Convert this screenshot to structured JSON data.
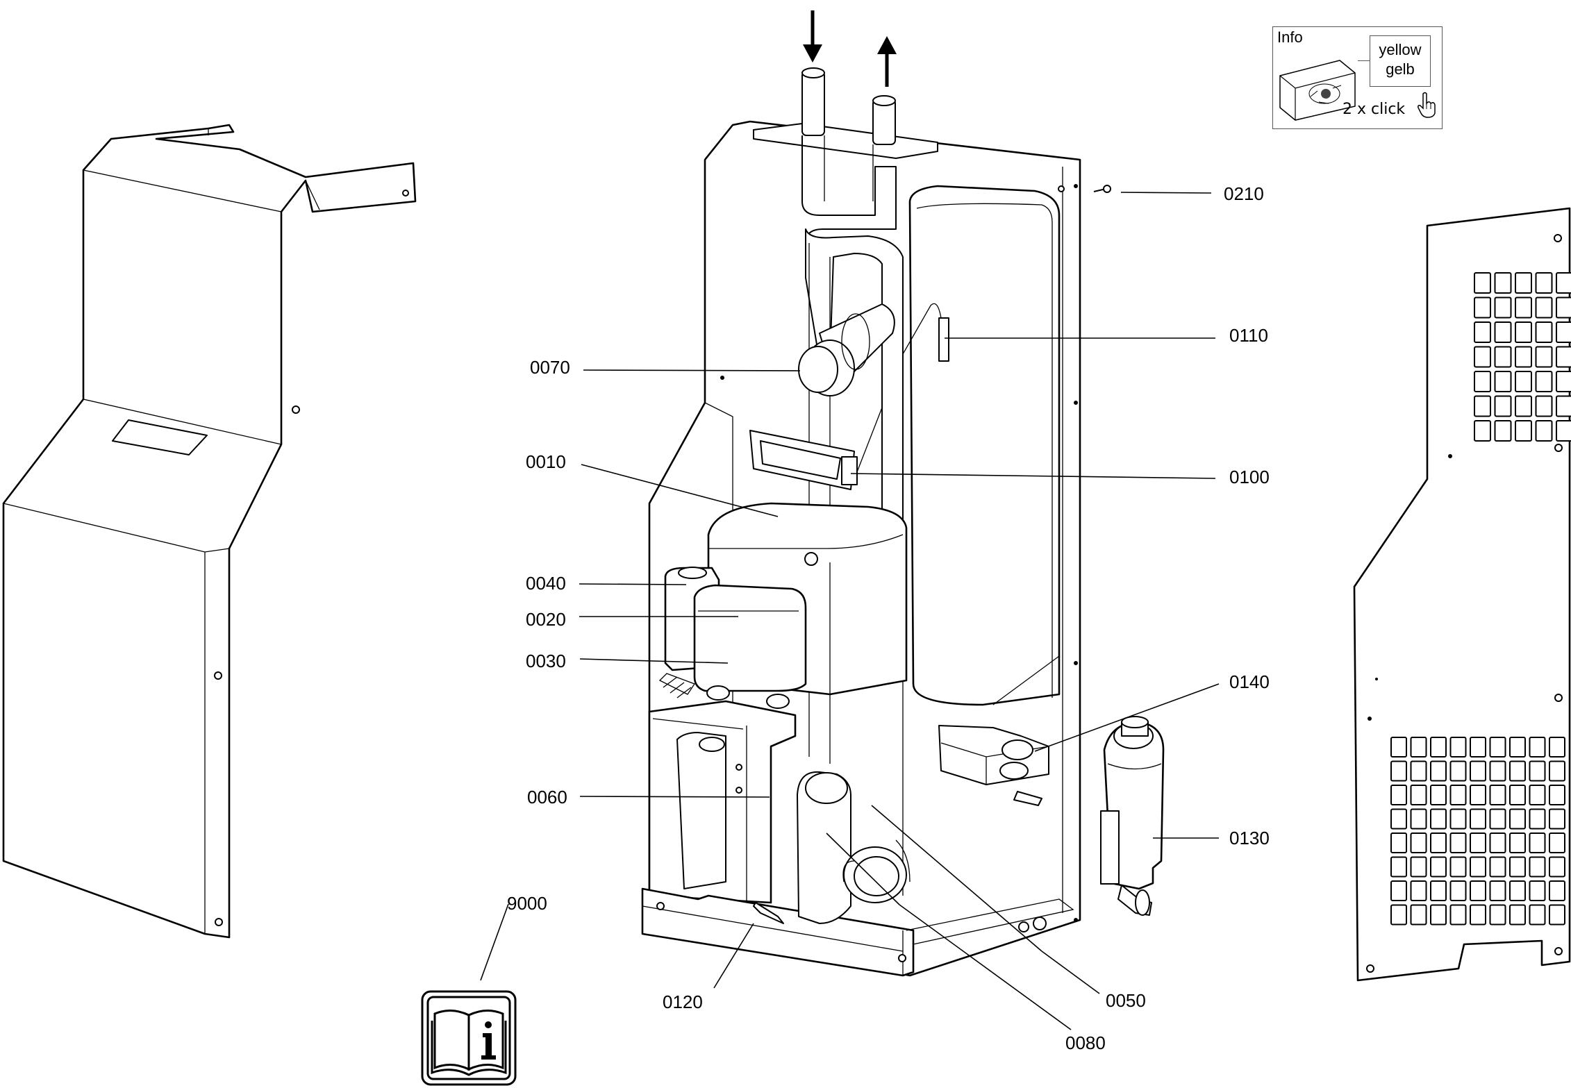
{
  "info_panel": {
    "title": "Info",
    "swatch_line1": "yellow",
    "swatch_line2": "gelb",
    "hint": "2 x click",
    "icon": "pointing-hand-icon"
  },
  "manual_icon": {
    "label": "9000",
    "icon": "manual-info-book-icon"
  },
  "part_labels": {
    "p0010": "0010",
    "p0020": "0020",
    "p0030": "0030",
    "p0040": "0040",
    "p0050": "0050",
    "p0060": "0060",
    "p0070": "0070",
    "p0080": "0080",
    "p0100": "0100",
    "p0110": "0110",
    "p0120": "0120",
    "p0130": "0130",
    "p0140": "0140",
    "p0210": "0210"
  },
  "flow_arrows": [
    "arrow-down-icon",
    "arrow-up-icon"
  ]
}
